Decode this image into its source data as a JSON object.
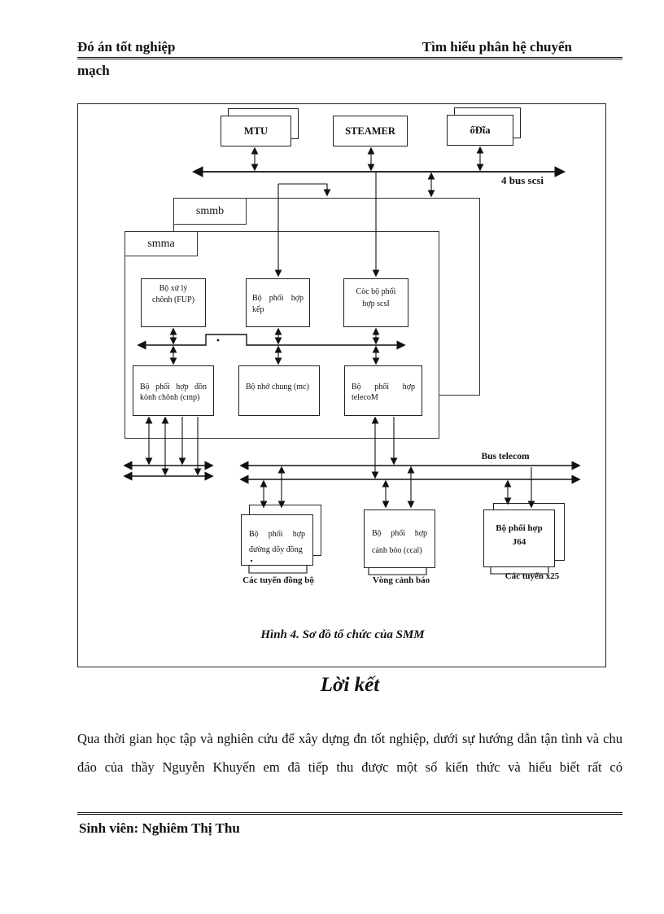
{
  "header": {
    "title_left": "Đó án tốt nghiệp",
    "title_right": "Tìm hiểu phân hệ chuyển",
    "title_wrap": "mạch"
  },
  "diagram": {
    "mtu": "MTU",
    "steamer": "STEAMER",
    "disk": "ổĐĩa",
    "bus_scsi": "4 bus scsi",
    "smmb": "smmb",
    "smma": "smma",
    "fup": "Bộ xử lý chônh (FUP)",
    "kep": "Bộ phối hợp kếp",
    "scsi_adapters": "Còc bộ phối hợp scsI",
    "cmp": "Bộ phối hợp đồn kònh chônh (cmp)",
    "mc": "Bộ nhớ chung (mc)",
    "telecom_adapter": "Bộ phối hợp telecoM",
    "bus_telecom": "Bus telecom",
    "copper_adapter": "Bộ phối hợp đường dõy đồng",
    "copper_label": "Các tuyến đồng bộ",
    "alarm_adapter": "Bộ phối hợp cảnh bỏo (ccal)",
    "alarm_label": "Vòng cảnh báo",
    "j64_adapter": "Bộ phối hợp J64",
    "j64_label": "Các tuyến x25",
    "caption": "Hình 4. Sơ đồ tổ chức của SMM"
  },
  "section": {
    "title": "Lời kết",
    "paragraph": "Qua thời gian học tập và nghiên cứu để xây dựng đn tốt nghiệp, dưới sự hướng dẫn tận tình và chu đáo của thầy Nguyễn Khuyến em đã tiếp thu được một số kiến thức và hiểu biết rất có"
  },
  "footer": {
    "student": "Sinh viên: Nghiêm Thị Thu"
  }
}
